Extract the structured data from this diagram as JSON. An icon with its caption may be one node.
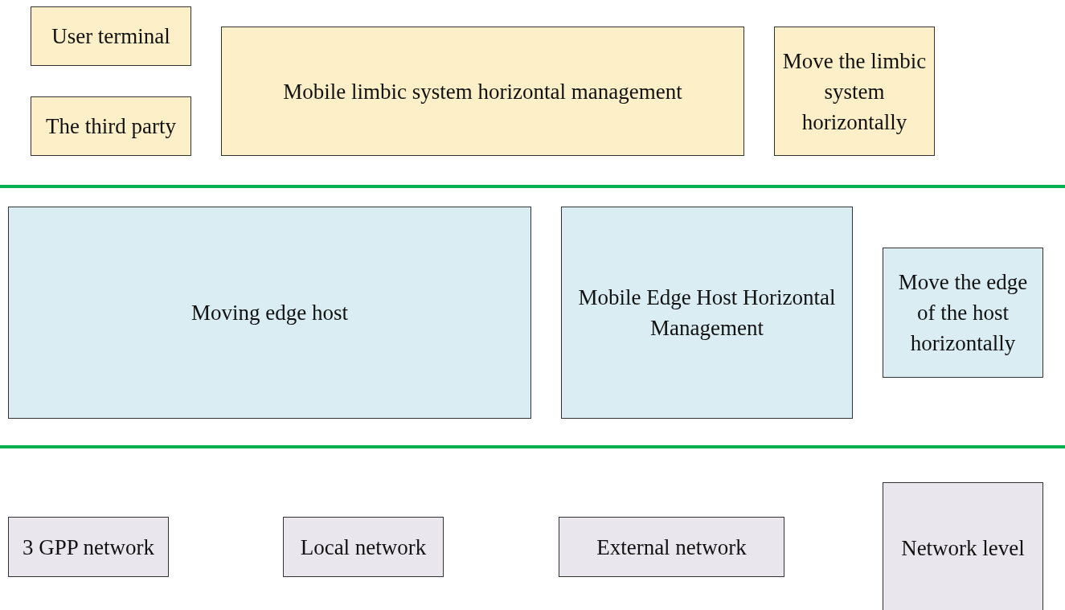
{
  "diagram": {
    "nodes": [
      {
        "text": [
          "User terminal"
        ]
      },
      {
        "text": [
          "The third party"
        ]
      },
      {
        "text": [
          "Mobile limbic system horizontal management"
        ]
      },
      {
        "text": [
          "Move the limbic system horizontally"
        ]
      },
      {
        "text": [
          "Moving edge host"
        ]
      },
      {
        "text": [
          "Mobile Edge Host Horizontal Management"
        ]
      },
      {
        "text": [
          "Move the edge of the host horizontally"
        ]
      },
      {
        "text": [
          "3 GPP network"
        ]
      },
      {
        "text": [
          "Local network"
        ]
      },
      {
        "text": [
          "External network"
        ]
      },
      {
        "text": [
          "Network level"
        ]
      }
    ],
    "edges": []
  }
}
